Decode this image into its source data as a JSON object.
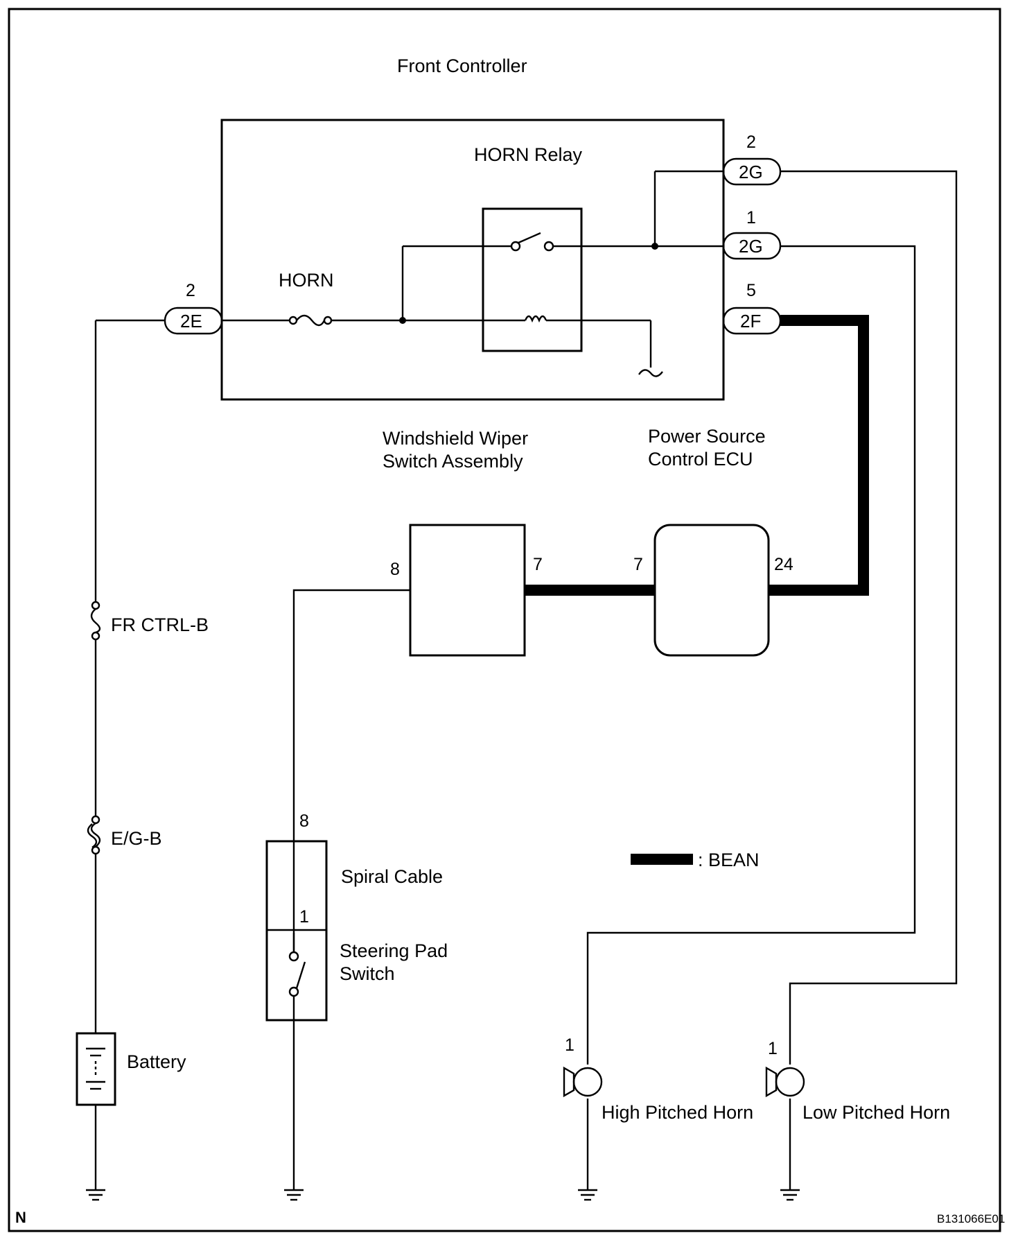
{
  "labels": {
    "front_controller": "Front Controller",
    "horn_relay": "HORN Relay",
    "horn_fuse": "HORN",
    "windshield_line1": "Windshield Wiper",
    "windshield_line2": "Switch Assembly",
    "power_line1": "Power Source",
    "power_line2": "Control ECU",
    "fr_ctrl_fuse": "FR CTRL-B",
    "eg_fuse": "E/G-B",
    "battery": "Battery",
    "spiral_cable": "Spiral Cable",
    "steering_line1": "Steering Pad",
    "steering_line2": "Switch",
    "high_horn": "High Pitched Horn",
    "low_horn": "Low Pitched Horn",
    "bean_legend": ": BEAN",
    "corner_n": "N",
    "figure_code": "B131066E01"
  },
  "connectors": {
    "c2E": {
      "pin": "2",
      "name": "2E"
    },
    "c2G_top": {
      "pin": "2",
      "name": "2G"
    },
    "c2G_mid": {
      "pin": "1",
      "name": "2G"
    },
    "c2F": {
      "pin": "5",
      "name": "2F"
    }
  },
  "pins": {
    "wiper_in": "8",
    "wiper_out": "7",
    "ecu_in": "7",
    "ecu_out": "24",
    "spiral_top": "8",
    "steering_pin": "1",
    "high_horn_pin": "1",
    "low_horn_pin": "1"
  }
}
